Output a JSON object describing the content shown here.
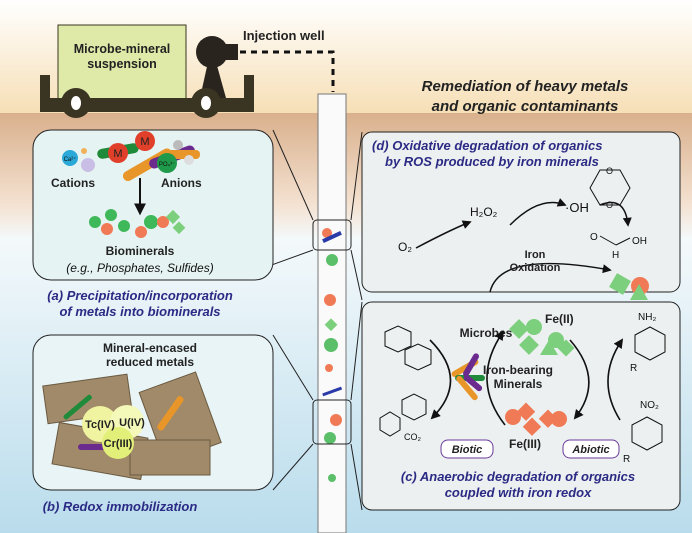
{
  "title": {
    "line1": "Remediation of heavy metals",
    "line2": "and organic contaminants"
  },
  "truck": {
    "tank_line1": "Microbe-mineral",
    "tank_line2": "suspension",
    "well_label": "Injection well"
  },
  "panel_a": {
    "ions": {
      "metal": "M",
      "calcium": "Ca²⁺",
      "phosphate": "PO₄³⁻"
    },
    "cations": "Cations",
    "anions": "Anions",
    "product": "Biominerals",
    "examples": "(e.g., Phosphates, Sulfides)",
    "caption1": "(a) Precipitation/incorporation",
    "caption2": "of metals into biominerals"
  },
  "panel_b": {
    "title1": "Mineral-encased",
    "title2": "reduced metals",
    "metals": [
      "Tc(IV)",
      "U(IV)",
      "Cr(III)"
    ],
    "caption": "(b) Redox immobilization"
  },
  "panel_d": {
    "caption1": "(d) Oxidative degradation of organics",
    "caption2": "by ROS produced by iron minerals",
    "o2": "O₂",
    "h2o2": "H₂O₂",
    "oh": "·OH",
    "iron_ox1": "Iron",
    "iron_ox2": "Oxidation",
    "formic_o": "O",
    "formic_oh": "OH",
    "formic_h": "H"
  },
  "panel_c": {
    "fe2": "Fe(II)",
    "fe3": "Fe(III)",
    "microbes": "Microbes",
    "minerals1": "Iron-bearing",
    "minerals2": "Minerals",
    "co2": "CO₂",
    "nh2": "NH₂",
    "no2": "NO₂",
    "r": "R",
    "biotic": "Biotic",
    "abiotic": "Abiotic",
    "caption1": "(c) Anaerobic degradation of organics",
    "caption2": "coupled with iron redox"
  },
  "colors": {
    "caption": "#2b2a84",
    "green_mineral": "#7ccf7c",
    "red_mineral": "#f07a56",
    "tan_ground": "#d9b08c",
    "blue_water": "#bfe0ee"
  }
}
